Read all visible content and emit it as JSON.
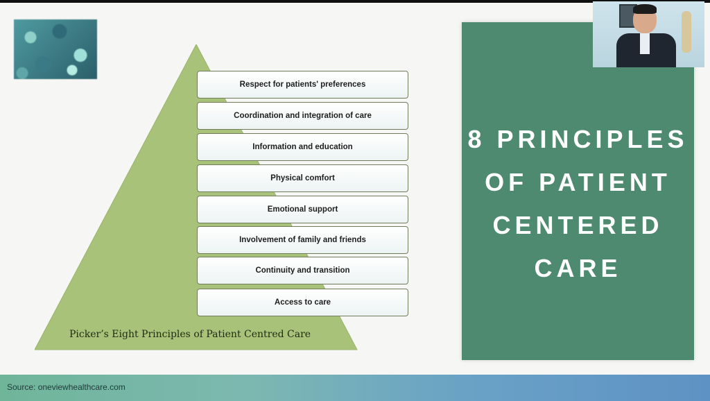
{
  "slide": {
    "principles": [
      "Respect for patients' preferences",
      "Coordination and integration of care",
      "Information and education",
      "Physical comfort",
      "Emotional support",
      "Involvement of family and friends",
      "Continuity and transition",
      "Access to care"
    ],
    "caption": "Picker’s Eight Principles of Patient Centred Care",
    "panel_title_lines": [
      "8 PRINCIPLES",
      "OF PATIENT",
      "CENTERED",
      "CARE"
    ]
  },
  "footer": {
    "source": "Source: oneviewhealthcare.com"
  },
  "colors": {
    "panel": "#4e8a6f",
    "pyramid": "#a8c27a"
  }
}
